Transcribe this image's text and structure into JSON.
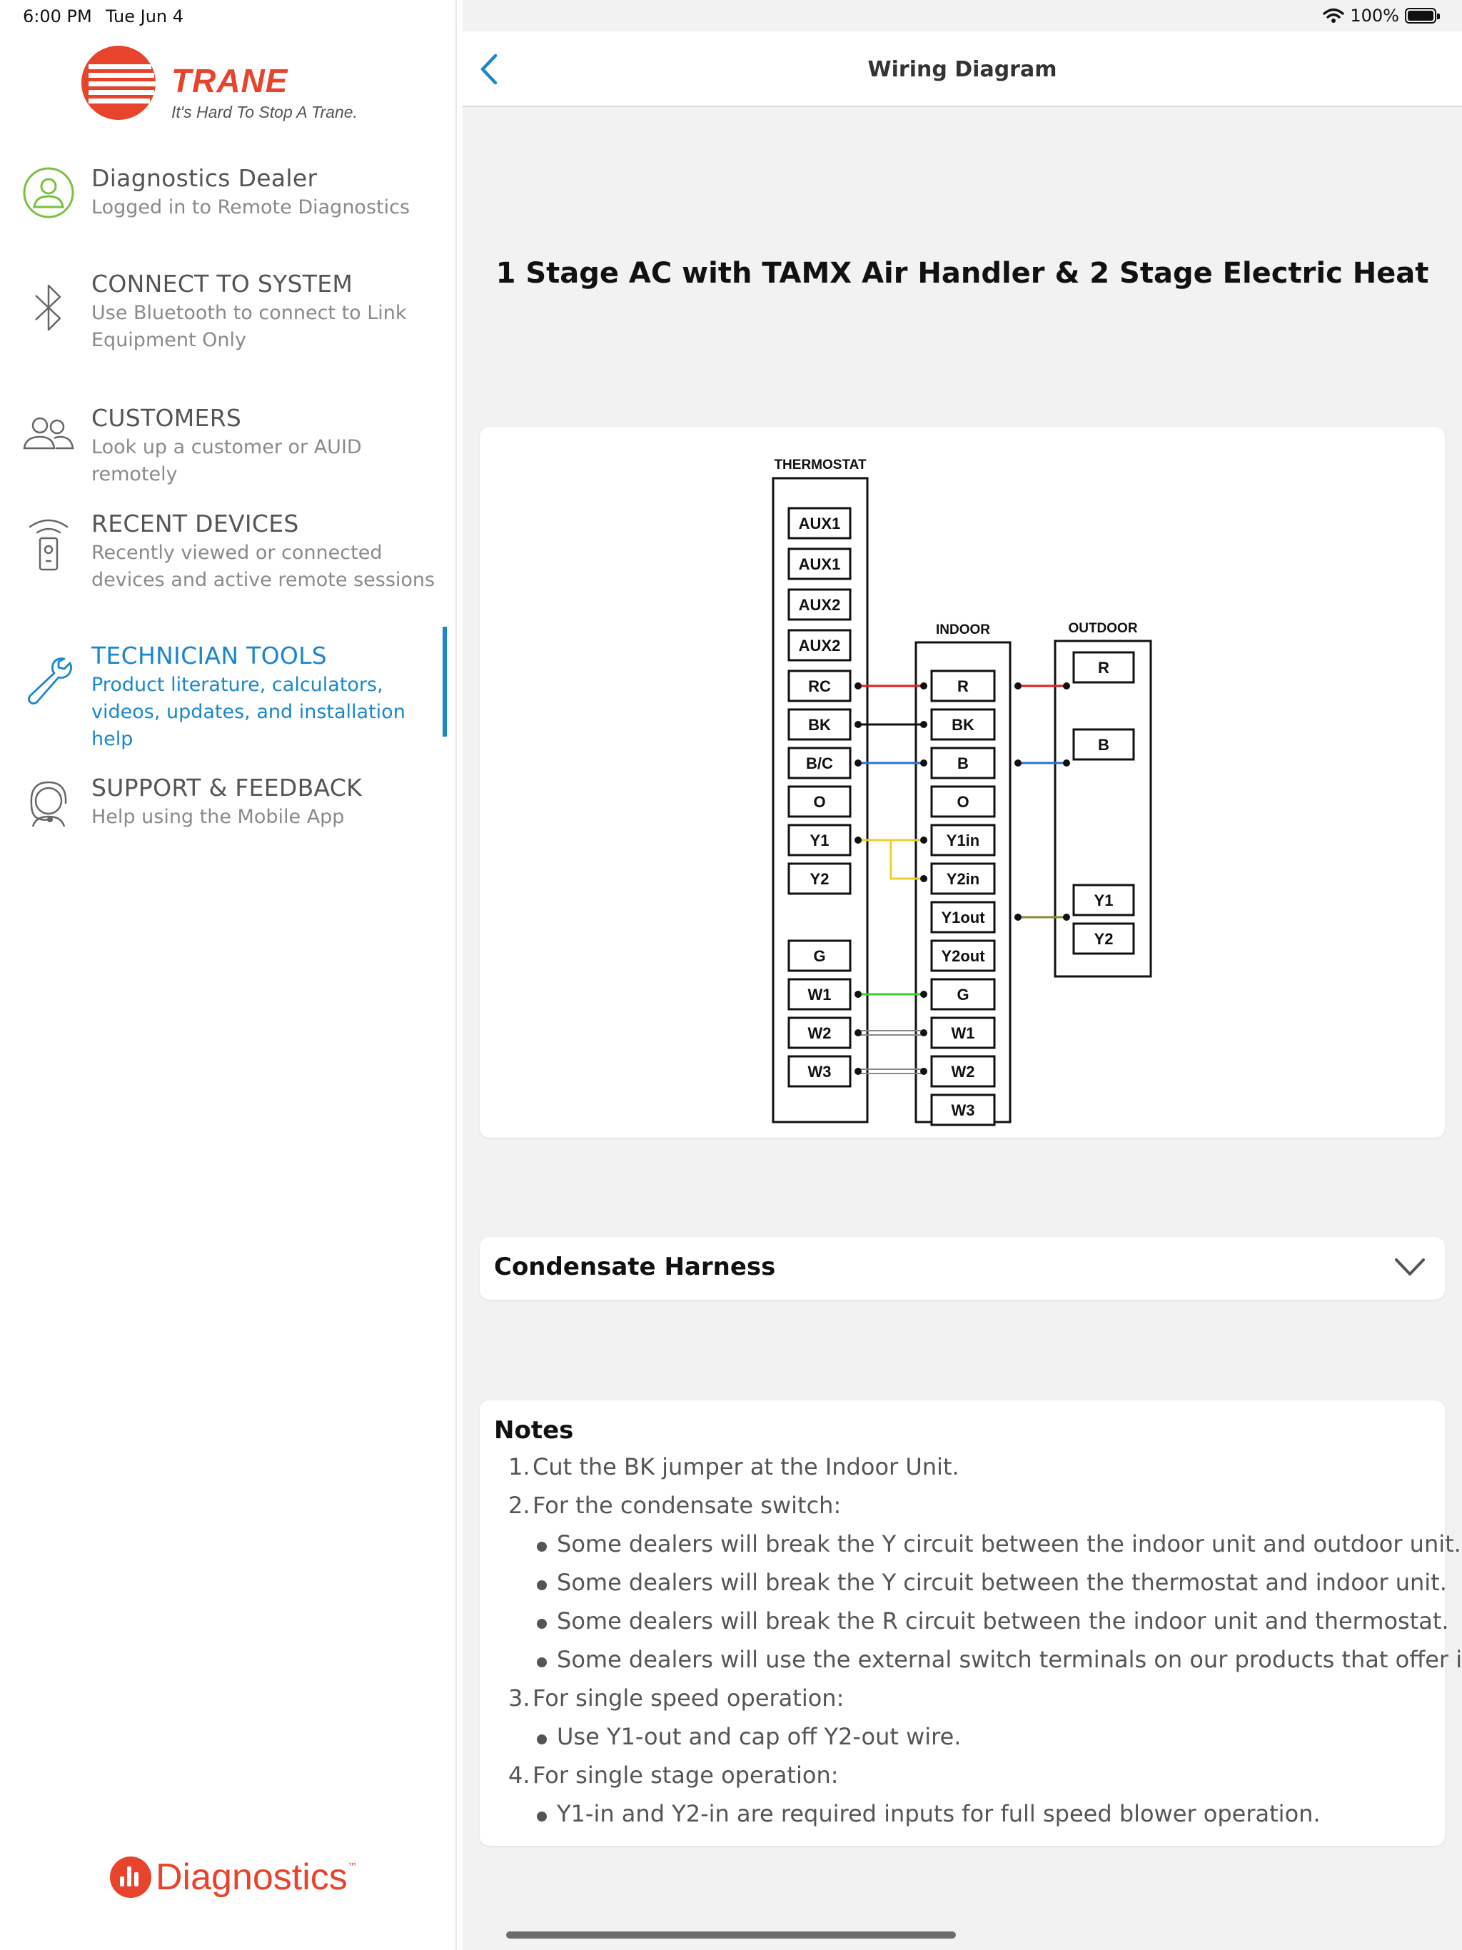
{
  "status": {
    "time": "6:00 PM",
    "date": "Tue Jun 4",
    "battery": "100%"
  },
  "brand": {
    "name": "TRANE",
    "tagline": "It's Hard To Stop A Trane.",
    "app": "Diagnostics"
  },
  "sidebar": {
    "items": [
      {
        "label": "Diagnostics Dealer",
        "sub": "Logged in to Remote Diagnostics",
        "icon": "user-icon"
      },
      {
        "label": "CONNECT TO SYSTEM",
        "sub": "Use Bluetooth to connect to Link Equipment Only",
        "icon": "bluetooth-icon"
      },
      {
        "label": "CUSTOMERS",
        "sub": "Look up a customer or AUID remotely",
        "icon": "customers-icon"
      },
      {
        "label": "RECENT DEVICES",
        "sub": "Recently viewed or connected devices and active remote sessions",
        "icon": "remote-device-icon"
      },
      {
        "label": "TECHNICIAN TOOLS",
        "sub": "Product literature, calculators, videos, updates, and installation help",
        "icon": "wrench-icon",
        "active": true
      },
      {
        "label": "SUPPORT & FEEDBACK",
        "sub": "Help using the Mobile App",
        "icon": "headset-icon"
      }
    ]
  },
  "header": {
    "title": "Wiring Diagram"
  },
  "diagram": {
    "title": "1 Stage AC with TAMX Air Handler & 2 Stage Electric Heat",
    "thermostat_label": "THERMOSTAT",
    "indoor_label": "INDOOR",
    "outdoor_label": "OUTDOOR",
    "thermostat_terminals": [
      "AUX1",
      "AUX1",
      "AUX2",
      "AUX2",
      "RC",
      "BK",
      "B/C",
      "O",
      "Y1",
      "Y2",
      "G",
      "W1",
      "W2",
      "W3"
    ],
    "indoor_terminals": [
      "R",
      "BK",
      "B",
      "O",
      "Y1in",
      "Y2in",
      "Y1out",
      "Y2out",
      "G",
      "W1",
      "W2",
      "W3"
    ],
    "outdoor_terminals": [
      "R",
      "B",
      "Y1",
      "Y2"
    ],
    "wire_colors": {
      "red": "#e02020",
      "black": "#111111",
      "blue": "#2f6fd6",
      "yellow": "#ecd02a",
      "green": "#3ad12a",
      "olive": "#8a8a3a",
      "white": "#aaaaaa"
    }
  },
  "accordion": {
    "label": "Condensate Harness"
  },
  "notes": {
    "heading": "Notes",
    "lines": [
      {
        "num": "1.",
        "text": "Cut the BK jumper at the Indoor Unit."
      },
      {
        "num": "2.",
        "text": "For the condensate switch:"
      },
      {
        "bullet": true,
        "text": "Some dealers will break the Y circuit between the indoor unit and outdoor unit."
      },
      {
        "bullet": true,
        "text": "Some dealers will break the Y circuit between the thermostat and indoor unit."
      },
      {
        "bullet": true,
        "text": "Some dealers will break the R circuit between the indoor unit and thermostat."
      },
      {
        "bullet": true,
        "text": "Some dealers will use the external switch terminals on our products that offer it."
      },
      {
        "num": "3.",
        "text": "For single speed operation:"
      },
      {
        "bullet": true,
        "text": "Use Y1-out and cap off Y2-out wire."
      },
      {
        "num": "4.",
        "text": "For single stage operation:"
      },
      {
        "bullet": true,
        "text": "Y1-in and Y2-in are required inputs for full speed blower operation."
      }
    ]
  }
}
